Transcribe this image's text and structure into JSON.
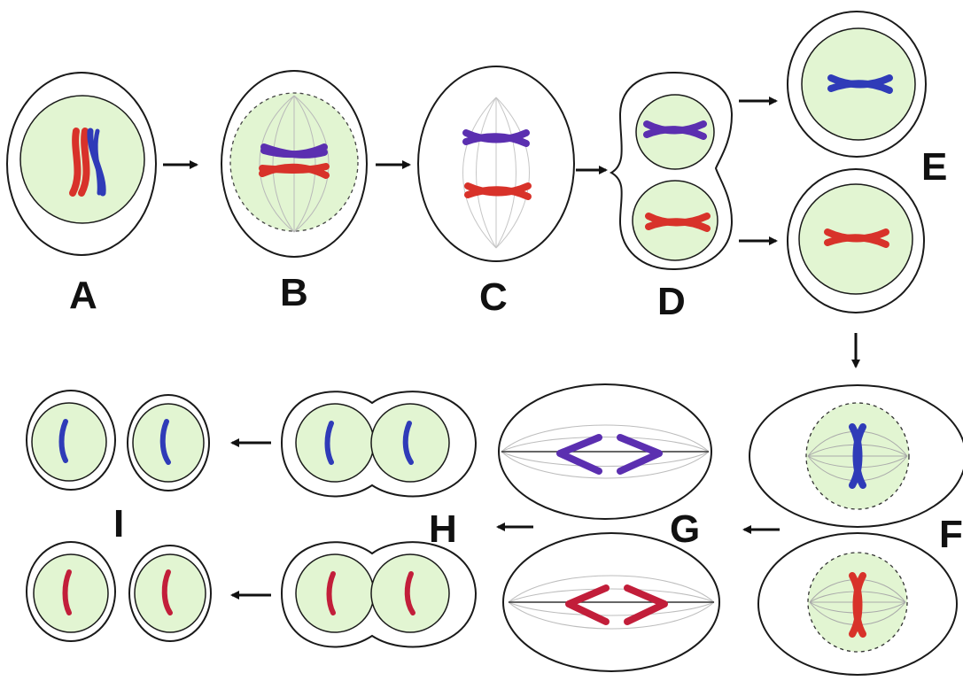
{
  "labels": {
    "A": "A",
    "B": "B",
    "C": "C",
    "D": "D",
    "E": "E",
    "F": "F",
    "G": "G",
    "H": "H",
    "I": "I"
  },
  "colors": {
    "nucleus_fill": "#e2f5d2",
    "chromosome_red": "#d8322a",
    "chromosome_blue": "#2f3bb8",
    "chromosome_purple": "#5b2fb0",
    "chromosome_crimson": "#c21e3a",
    "spindle": "#b9b9b9",
    "outline": "#1a1a1a"
  }
}
